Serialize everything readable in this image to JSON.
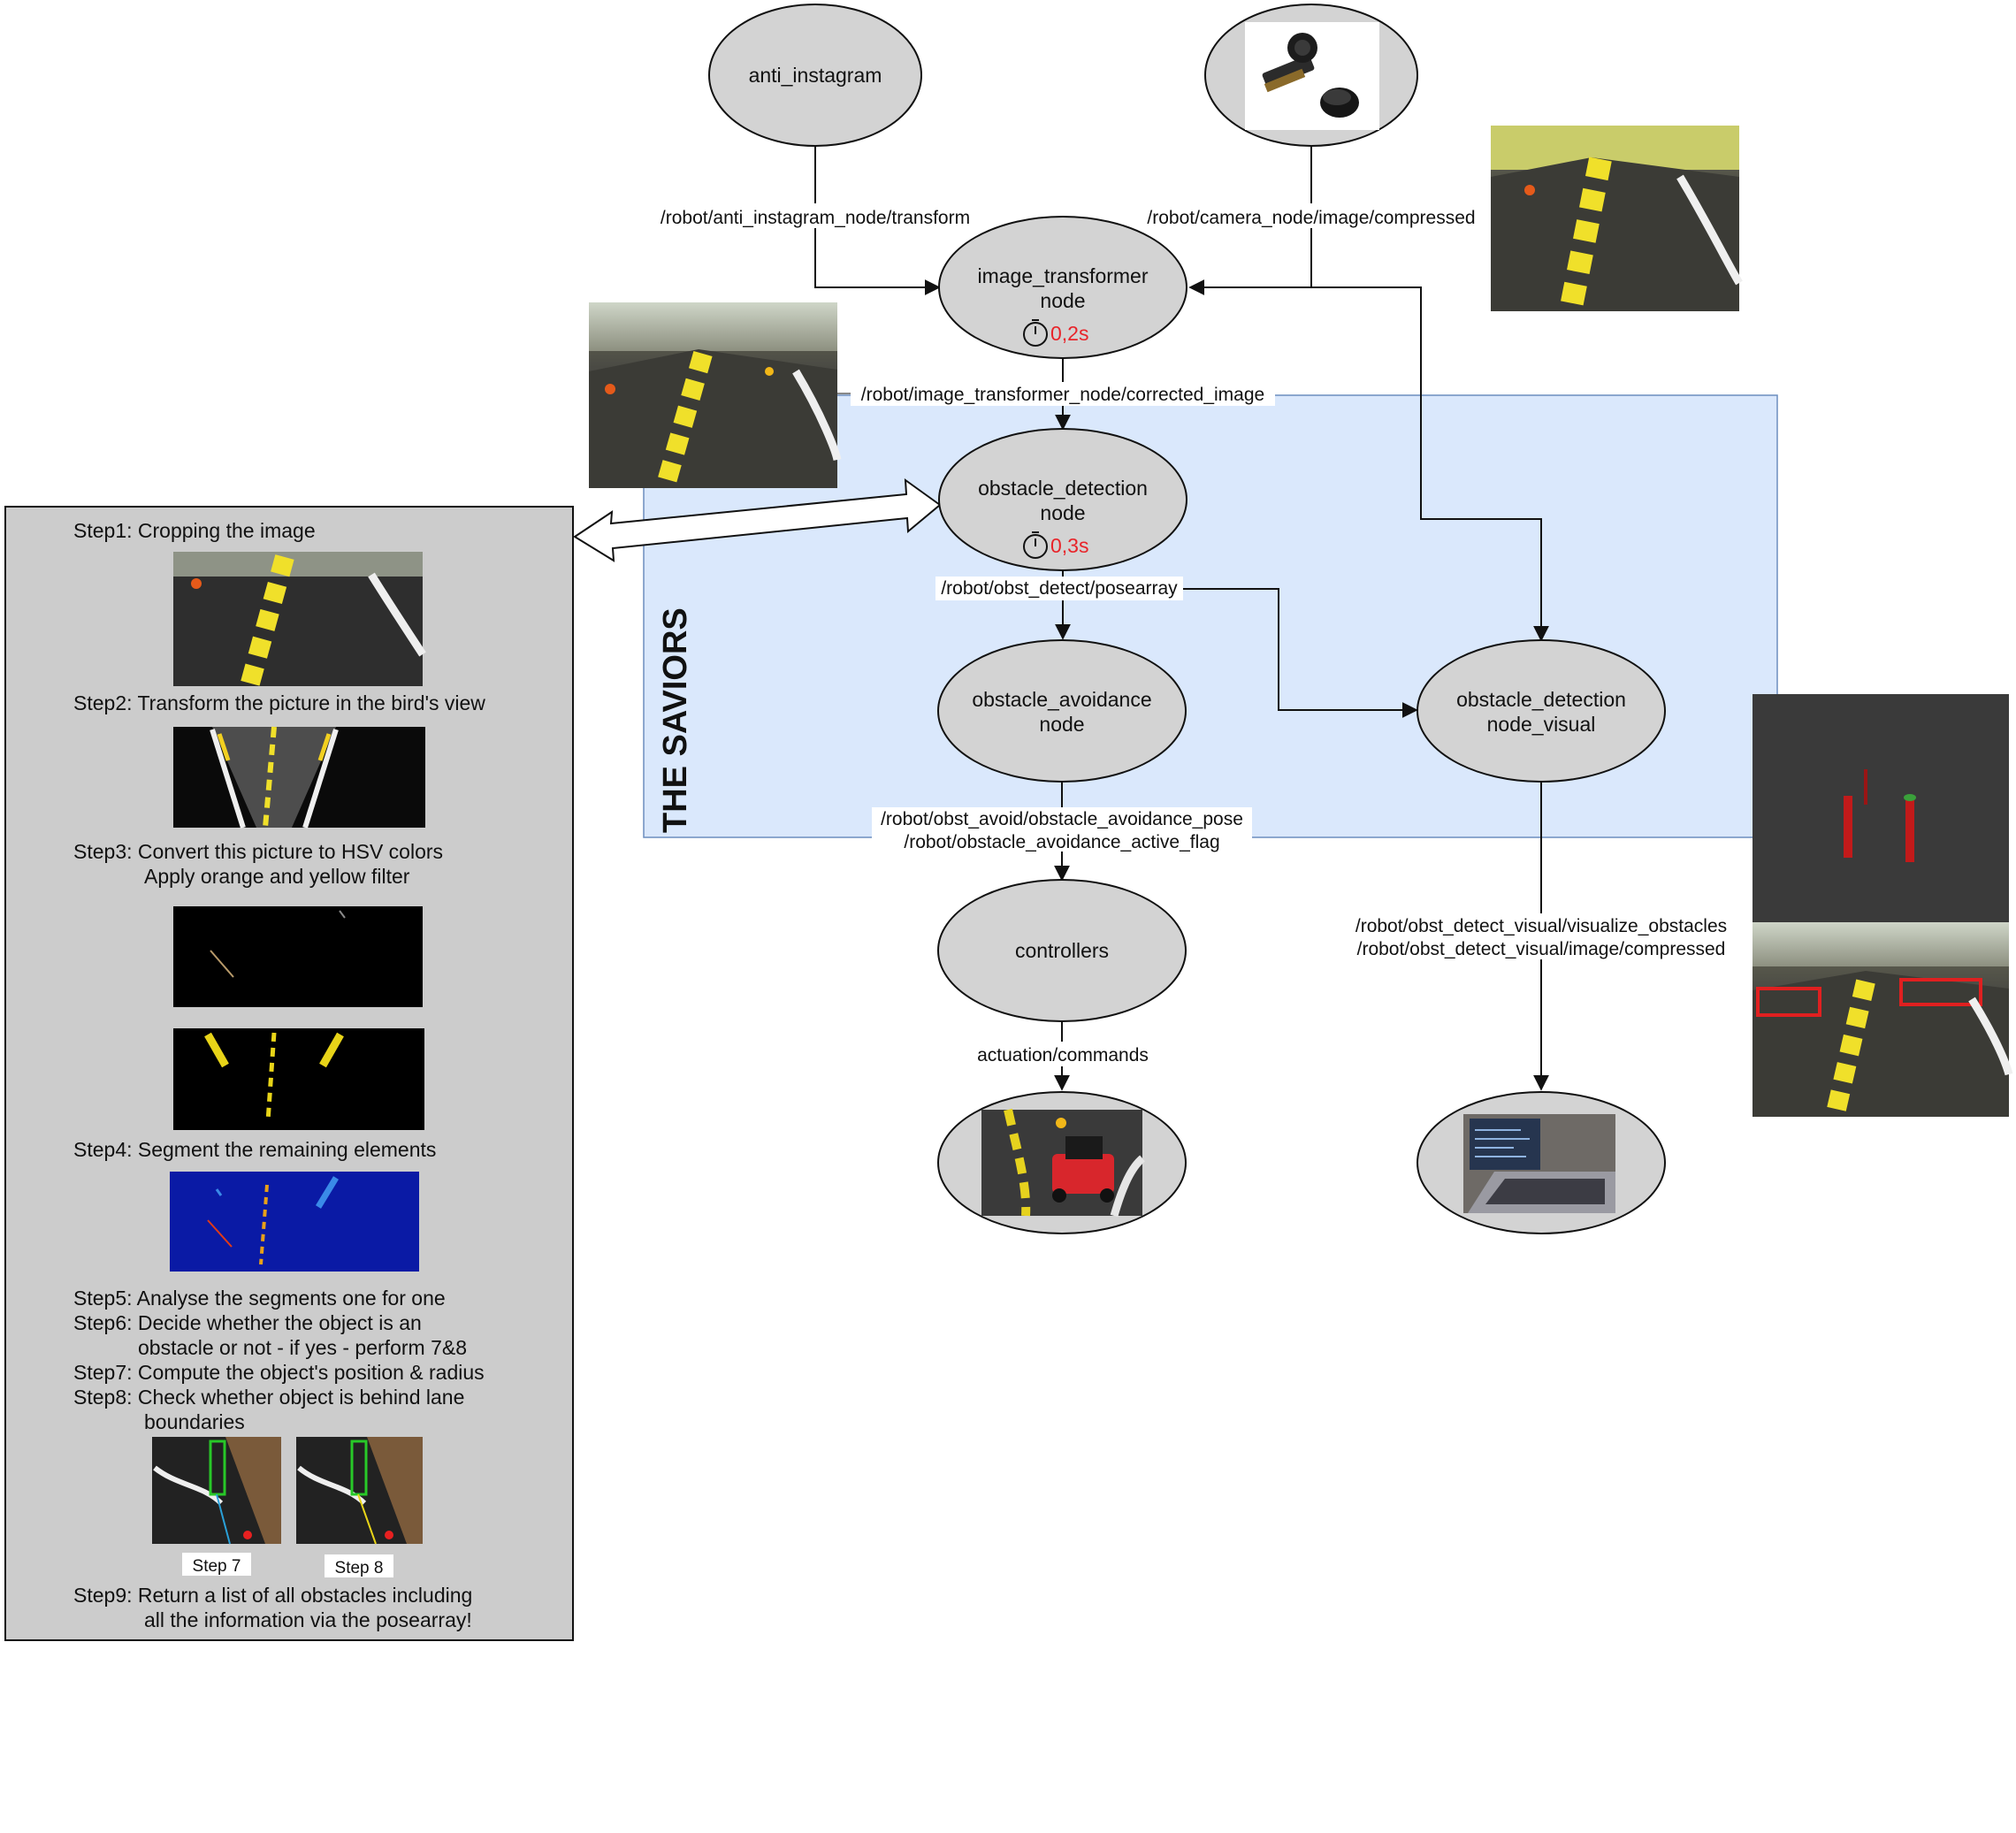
{
  "team": "THE SAVIORS",
  "nodes": {
    "anti_instagram": "anti_instagram",
    "image_transformer": [
      "image_transformer",
      "node"
    ],
    "image_transformer_timer": "0,2s",
    "obstacle_detection": [
      "obstacle_detection",
      "node"
    ],
    "obstacle_detection_timer": "0,3s",
    "obstacle_avoidance": [
      "obstacle_avoidance",
      "node"
    ],
    "obstacle_detection_visual": [
      "obstacle_detection",
      "node_visual"
    ],
    "controllers": "controllers"
  },
  "edges": {
    "anti_instagram_transform": "/robot/anti_instagram_node/transform",
    "camera_compressed": "/robot/camera_node/image/compressed",
    "corrected_image": "/robot/image_transformer_node/corrected_image",
    "posearray": "/robot/obst_detect/posearray",
    "avoidance_pose": "/robot/obst_avoid/obstacle_avoidance_pose",
    "avoidance_flag": "/robot/obstacle_avoidance_active_flag",
    "visualize_obstacles": "/robot/obst_detect_visual/visualize_obstacles",
    "visual_compressed": "/robot/obst_detect_visual/image/compressed",
    "actuation": "actuation/commands"
  },
  "steps": {
    "step1": "Step1: Cropping the image",
    "step2": "Step2: Transform the picture in the bird's view",
    "step3a": "Step3: Convert this picture to HSV colors",
    "step3b": "Apply orange and yellow filter",
    "step4": "Step4: Segment the remaining elements",
    "step5": "Step5: Analyse the segments one for one",
    "step6a": "Step6: Decide whether the object is an",
    "step6b": "obstacle or not - if yes - perform 7&8",
    "step7": "Step7: Compute the object's position & radius",
    "step8a": "Step8: Check whether object is behind lane",
    "step8b": "boundaries",
    "step7_caption": "Step 7",
    "step8_caption": "Step 8",
    "step9a": "Step9: Return a list of all obstacles including",
    "step9b": "all the information via the posearray!"
  },
  "colors": {
    "node_fill": "#d3d3d3",
    "panel_fill": "#cccccc",
    "region_fill": "#dae8fc",
    "region_stroke": "#6c8ebf",
    "timer": "#e8242a"
  }
}
